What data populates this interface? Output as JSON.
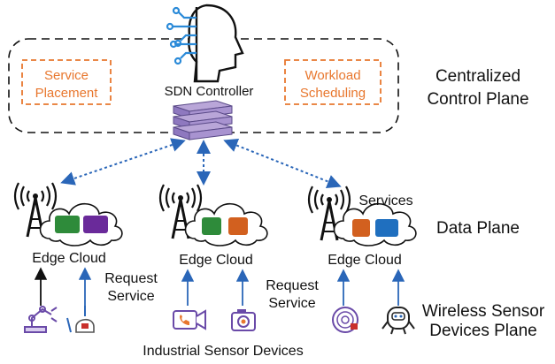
{
  "control_plane": {
    "controller_label": "SDN Controller",
    "service_placement": [
      "Service",
      "Placement"
    ],
    "workload_scheduling": [
      "Workload",
      "Scheduling"
    ],
    "plane_label": [
      "Centralized",
      "Control Plane"
    ],
    "accent_color": "#e8772e"
  },
  "data_plane": {
    "label": "Data Plane",
    "services_label": "Services",
    "edge_clouds": [
      {
        "label": "Edge Cloud",
        "service_colors": [
          "#2e8b3a",
          "#6a2a9a"
        ]
      },
      {
        "label": "Edge Cloud",
        "service_colors": [
          "#2e8b3a",
          "#d2601f"
        ]
      },
      {
        "label": "Edge Cloud",
        "service_colors": [
          "#d2601f",
          "#1f6fbf"
        ]
      }
    ],
    "link_color": "#2a66b8"
  },
  "device_plane": {
    "request_service_1": [
      "Request",
      "Service"
    ],
    "request_service_2": [
      "Request",
      "Service"
    ],
    "industrial_label": "Industrial Sensor Devices",
    "plane_label": [
      "Wireless Sensor",
      "Devices Plane"
    ],
    "devices": [
      "robot-arm-icon",
      "vacuum-icon",
      "camera-phone-icon",
      "camera-icon",
      "wearable-icon",
      "robot-icon"
    ]
  }
}
